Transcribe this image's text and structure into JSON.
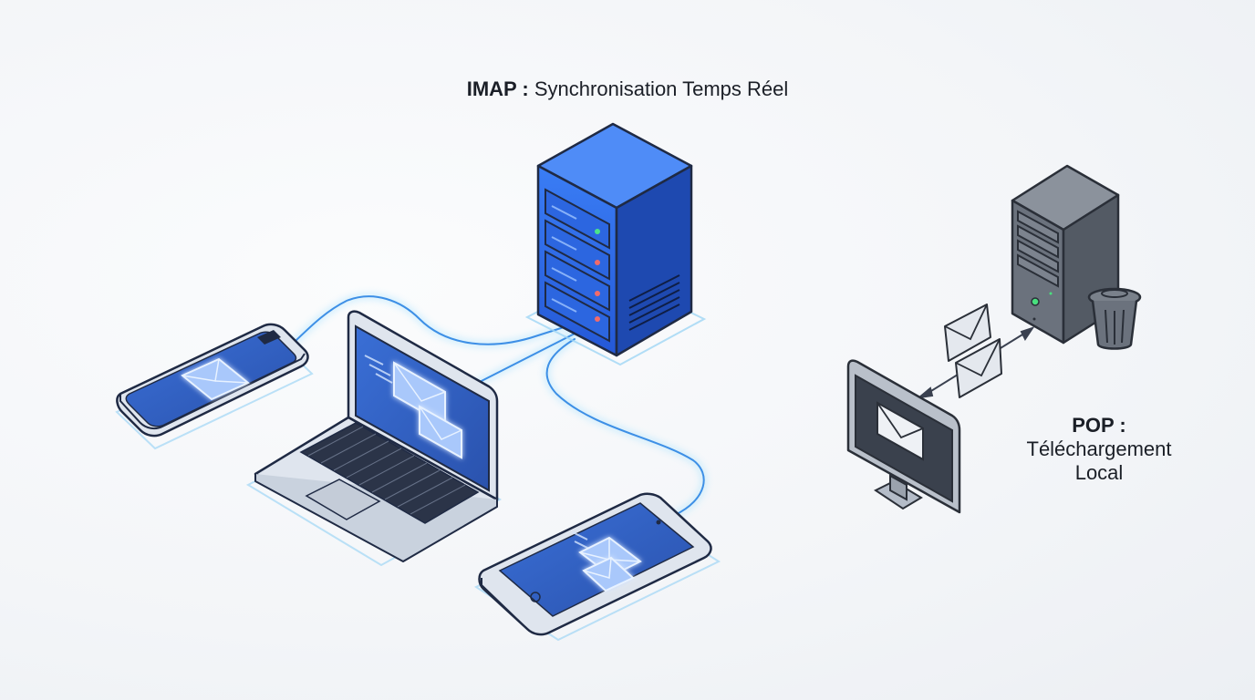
{
  "imap": {
    "protocol": "IMAP :",
    "description": "Synchronisation Temps Réel"
  },
  "pop": {
    "protocol": "POP :",
    "description_line1": "Téléchargement",
    "description_line2": "Local"
  },
  "colors": {
    "server_blue": "#2f6fe8",
    "server_blue_dark": "#1f4fb8",
    "screen_blue": "#2f5fc0",
    "server_gray": "#5d6470",
    "outline": "#1f2a44",
    "glow": "#49b8f0",
    "device_light": "#e6ebf3"
  },
  "icons": [
    "server-icon",
    "smartphone-icon",
    "laptop-icon",
    "tablet-icon",
    "envelope-icon",
    "monitor-icon",
    "trash-icon"
  ]
}
